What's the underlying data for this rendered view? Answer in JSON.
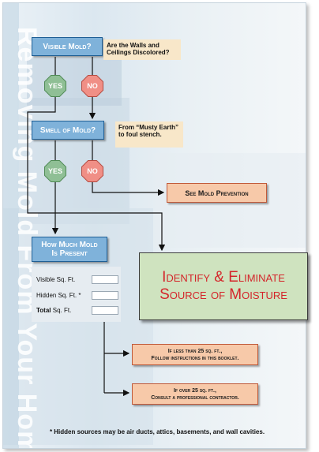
{
  "side_title": "Removing Mold From Your Home",
  "nodes": {
    "visible_mold": "Visible Mold?",
    "visible_note": "Are the Walls and Ceilings Discolored?",
    "smell_mold": "Smell of Mold?",
    "smell_note": "From “Musty Earth” to foul stench.",
    "yes": "YES",
    "no": "NO",
    "see_prevention": "See Mold Prevention",
    "how_much_line1": "How Much Mold",
    "how_much_line2": "Is Present",
    "identify_line1": "Identify & Eliminate",
    "identify_line2": "Source of Moisture",
    "less_than_line1": "If less than 25 sq. ft.,",
    "less_than_line2": "Follow instructions in this booklet.",
    "over_line1": "If over 25 sq. ft.,",
    "over_line2": "Consult a professional contractor."
  },
  "form": {
    "visible_label": "Visible Sq. Ft.",
    "hidden_label": "Hidden Sq. Ft. *",
    "total_bold": "Total",
    "total_rest": " Sq. Ft."
  },
  "footnote": "* Hidden sources may be air ducts, attics, basements, and wall cavities.",
  "colors": {
    "blue_box": "#7fb2da",
    "peach_box": "#f7c9a9",
    "yes": "#8fbf95",
    "no": "#f08f86",
    "identify_text": "#d4252a"
  }
}
